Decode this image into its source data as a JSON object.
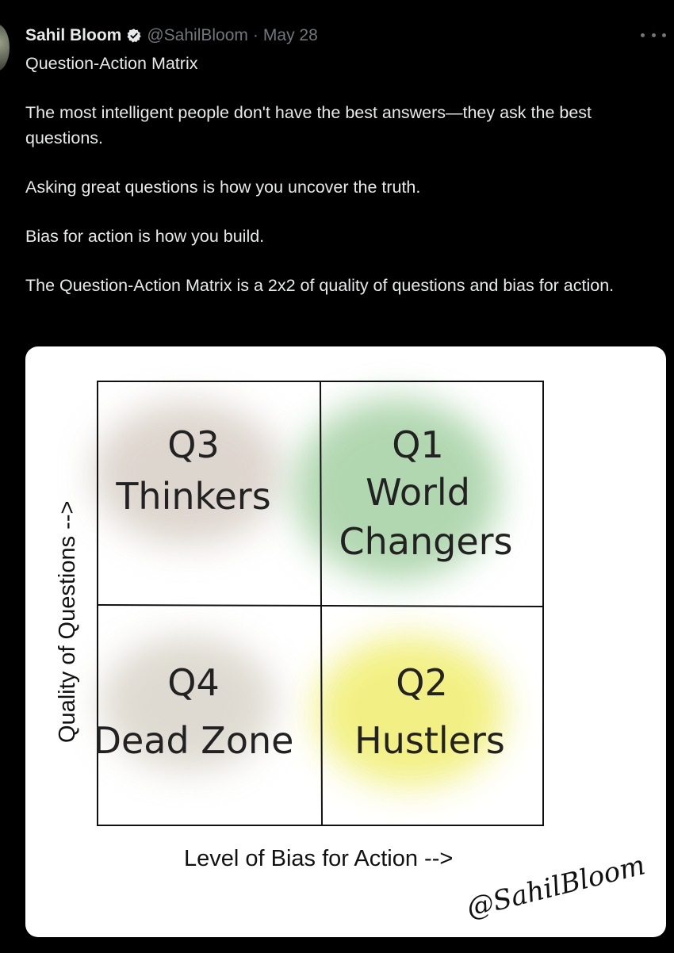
{
  "tweet": {
    "author_name": "Sahil Bloom",
    "handle": "@SahilBloom",
    "separator": "·",
    "date": "May 28",
    "icons": {
      "verified": "verified-badge-icon",
      "more": "more-options-icon"
    },
    "paragraphs": [
      "Question-Action Matrix",
      "The most intelligent people don't have the best answers—they ask the best questions.",
      "Asking great questions is how you uncover the truth.",
      "Bias for action is how you build.",
      "The Question-Action Matrix is a 2x2 of quality of questions and bias for action."
    ]
  },
  "image": {
    "y_axis_label": "Quality of Questions -->",
    "x_axis_label": "Level of Bias for Action -->",
    "signature": "@SahilBloom",
    "quadrants": [
      {
        "code": "Q3",
        "name": "Thinkers",
        "color": "#d8cfc6"
      },
      {
        "code": "Q1",
        "name": "World Changers",
        "name_lines": [
          "World",
          "Changers"
        ],
        "color": "#a9d3a8"
      },
      {
        "code": "Q4",
        "name": "Dead Zone",
        "color": "#d9d4c9"
      },
      {
        "code": "Q2",
        "name": "Hustlers",
        "color": "#f2f07e"
      }
    ]
  },
  "colors": {
    "background": "#000000",
    "text": "#e7e9ea",
    "muted": "#71767b",
    "accent": "#1d9bf0"
  }
}
